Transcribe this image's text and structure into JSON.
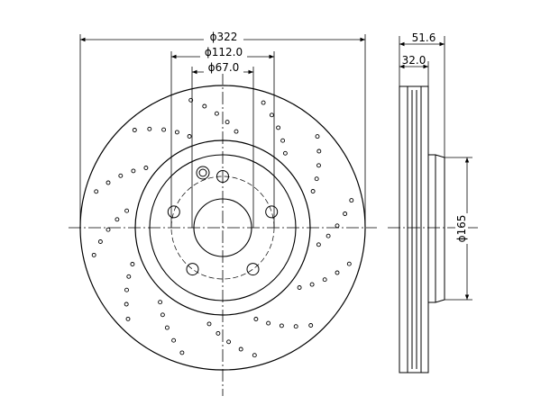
{
  "drawing": {
    "dim_outer_diameter": "ϕ322",
    "dim_bolt_circle": "ϕ112.0",
    "dim_center_bore": "ϕ67.0",
    "dim_total_height": "51.6",
    "dim_disc_thickness": "32.0",
    "dim_hat_diameter": "ϕ165",
    "bolt_hole_count": 5,
    "line_color": "#000000",
    "background_color": "#ffffff"
  }
}
